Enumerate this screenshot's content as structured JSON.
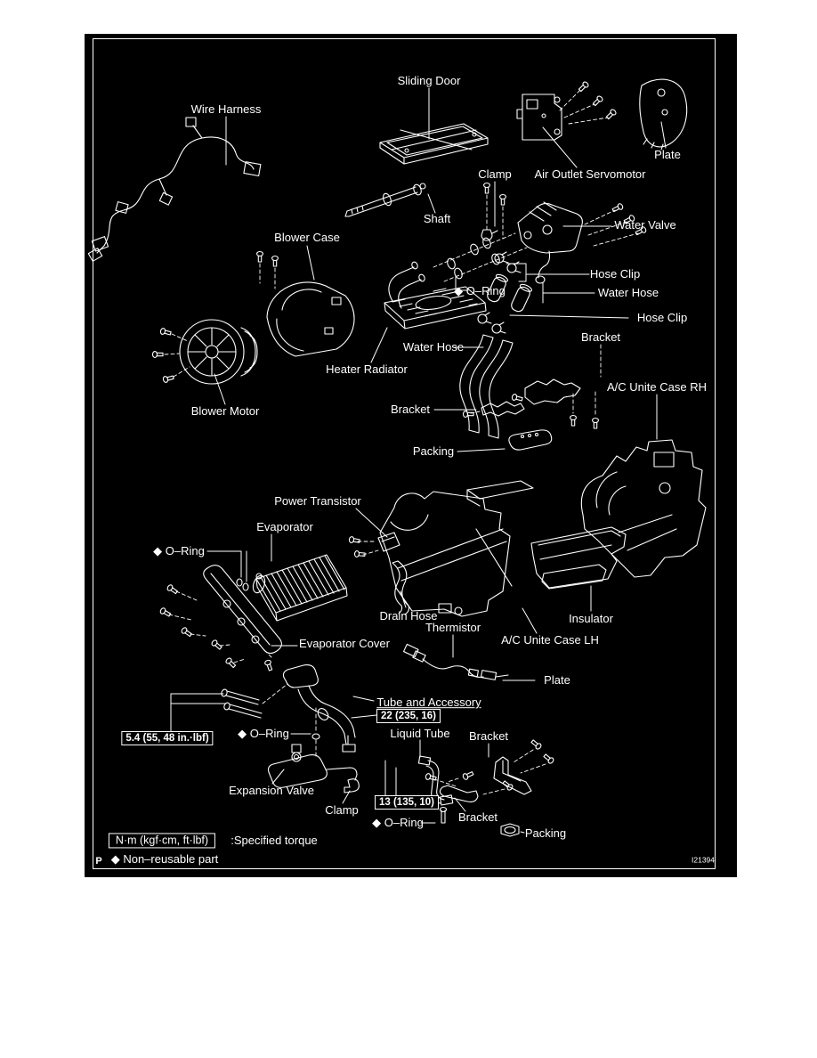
{
  "figure": {
    "code": "I21394",
    "page_marker": "P"
  },
  "legend": {
    "torque_symbol": "N·m (kgf·cm, ft·lbf)",
    "torque_meaning": ":Specified torque",
    "non_reusable": "◆ Non–reusable part"
  },
  "torque_specs": {
    "expansion_valve_bolts": "5.4 (55, 48 in.·lbf)",
    "tube_and_accessory": "22 (235, 16)",
    "liquid_tube": "13 (135, 10)"
  },
  "labels": {
    "wire_harness": "Wire Harness",
    "sliding_door": "Sliding Door",
    "plate_top": "Plate",
    "clamp_top": "Clamp",
    "air_outlet_servomotor": "Air Outlet Servomotor",
    "shaft": "Shaft",
    "water_valve": "Water Valve",
    "blower_case": "Blower Case",
    "hose_clip_1": "Hose Clip",
    "o_ring_1": "◆ O–Ring",
    "water_hose_1": "Water Hose",
    "hose_clip_2": "Hose Clip",
    "bracket_1": "Bracket",
    "water_hose_2": "Water Hose",
    "heater_radiator": "Heater Radiator",
    "ac_unite_case_rh": "A/C Unite Case RH",
    "blower_motor": "Blower Motor",
    "bracket_2": "Bracket",
    "packing_1": "Packing",
    "power_transistor": "Power Transistor",
    "evaporator": "Evaporator",
    "o_ring_2": "◆ O–Ring",
    "drain_hose": "Drain Hose",
    "thermistor": "Thermistor",
    "insulator": "Insulator",
    "ac_unite_case_lh": "A/C Unite Case LH",
    "evaporator_cover": "Evaporator Cover",
    "plate_2": "Plate",
    "tube_and_accessory": "Tube and Accessory",
    "liquid_tube": "Liquid Tube",
    "o_ring_3": "◆ O–Ring",
    "bracket_3": "Bracket",
    "expansion_valve": "Expansion Valve",
    "clamp_2": "Clamp",
    "o_ring_4": "◆ O–Ring",
    "bracket_4": "Bracket",
    "packing_2": "Packing"
  },
  "colors": {
    "background": "#ffffff",
    "diagram_bg": "#000000",
    "line": "#ffffff"
  }
}
